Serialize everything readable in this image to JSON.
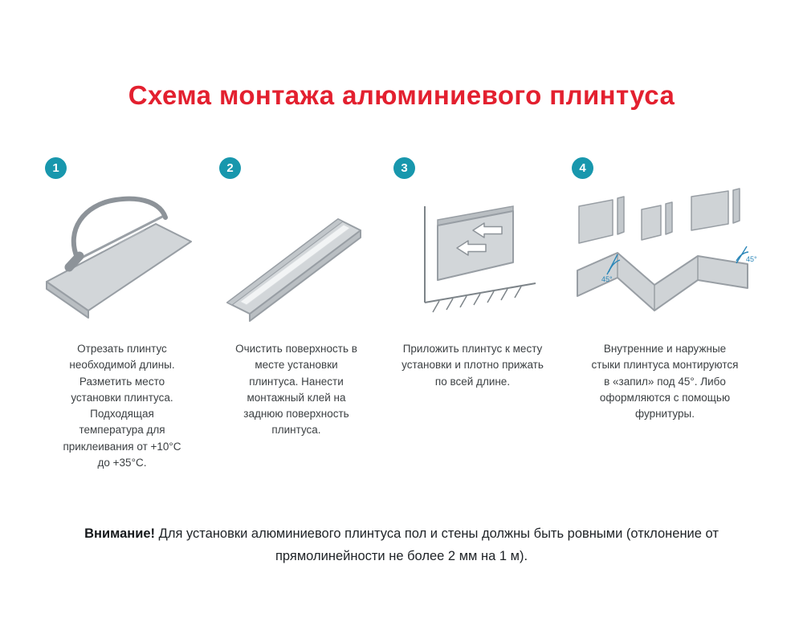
{
  "page": {
    "title": "Схема монтажа алюминиевого плинтуса"
  },
  "colors": {
    "title_red": "#e3202f",
    "badge_teal": "#1897ad",
    "body_text": "#3c4043",
    "illustration_gray": "#d2d6d9",
    "angle_mark_blue": "#2a86b8"
  },
  "steps": [
    {
      "number": "1",
      "illustration": "hacksaw-cutting-skirting",
      "description": "Отрезать плинтус необходимой длины. Разметить место установки плинтуса. Подходящая температура для приклеивания от +10°С до +35°С."
    },
    {
      "number": "2",
      "illustration": "glue-applied-to-skirting-profile",
      "description": "Очистить поверхность в месте установки плинтуса. Нанести монтажный клей на заднюю поверхность плинтуса."
    },
    {
      "number": "3",
      "illustration": "pressing-skirting-to-wall",
      "description": "Приложить плинтус к месту установки и плотно прижать по всей длине."
    },
    {
      "number": "4",
      "illustration": "corner-joints-45-degrees",
      "angle_label": "45°",
      "description": "Внутренние и наружные стыки плинтуса монтируются в «запил» под 45°. Либо оформляются с помощью фурнитуры."
    }
  ],
  "warning": {
    "label": "Внимание!",
    "text": "Для установки алюминиевого плинтуса пол и стены должны быть ровными (отклонение от прямолинейности не более 2 мм на 1 м)."
  }
}
